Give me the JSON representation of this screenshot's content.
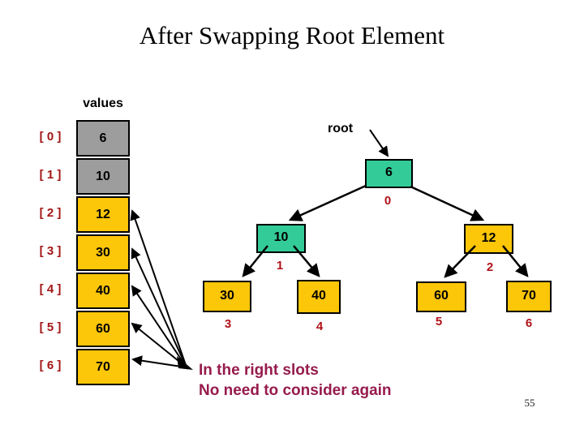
{
  "title": "After Swapping Root Element",
  "array": {
    "header": "values",
    "rows": [
      {
        "index_label": "[ 0 ]",
        "value": "6",
        "state": "swapped-gray"
      },
      {
        "index_label": "[ 1 ]",
        "value": "10",
        "state": "swapped-gray"
      },
      {
        "index_label": "[ 2 ]",
        "value": "12",
        "state": "in-place-gold"
      },
      {
        "index_label": "[ 3 ]",
        "value": "30",
        "state": "in-place-gold"
      },
      {
        "index_label": "[ 4 ]",
        "value": "40",
        "state": "in-place-gold"
      },
      {
        "index_label": "[ 5 ]",
        "value": "60",
        "state": "in-place-gold"
      },
      {
        "index_label": "[ 6 ]",
        "value": "70",
        "state": "in-place-gold"
      }
    ]
  },
  "tree": {
    "root_label": "root",
    "nodes": [
      {
        "value": "6",
        "index": "0",
        "color": "green"
      },
      {
        "value": "10",
        "index": "1",
        "color": "green"
      },
      {
        "value": "12",
        "index": "2",
        "color": "gold"
      },
      {
        "value": "30",
        "index": "3",
        "color": "gold"
      },
      {
        "value": "40",
        "index": "4",
        "color": "gold"
      },
      {
        "value": "60",
        "index": "5",
        "color": "gold"
      },
      {
        "value": "70",
        "index": "6",
        "color": "gold"
      }
    ]
  },
  "caption": {
    "line1": "In the right slots",
    "line2": "No need to consider again"
  },
  "page_number": "55",
  "colors": {
    "cell_gray": "#9D9D9D",
    "cell_gold": "#FCC609",
    "node_green": "#33CC99",
    "index_red": "#A31515",
    "node_index_red": "#B01218",
    "caption_maroon": "#961B4D",
    "line_black": "#000000",
    "background": "#FFFFFF"
  }
}
